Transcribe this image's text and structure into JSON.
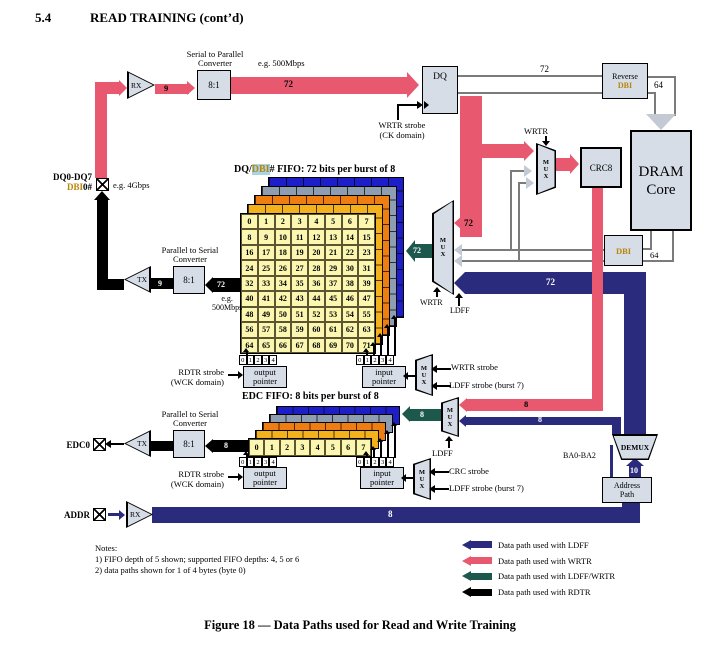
{
  "page": {
    "section": "5.4",
    "title": "READ TRAINING (cont’d)",
    "caption": "Figure 18 — Data Paths used for Read and Write Training"
  },
  "colors": {
    "wrtr_pink": "#E8596F",
    "ldff_navy": "#2B2B7E",
    "ldff_wrtr_teal": "#1D584C",
    "rdtr_black": "#000000",
    "box_fill": "#D6DDE7",
    "gold": "#B8860B",
    "dbi_highlight": "#A9D4E5"
  },
  "labels": {
    "rx": "RX",
    "tx": "TX",
    "ratio": "8:1",
    "dq": "DQ",
    "crc8": "CRC8",
    "mux": "M\nU\nX",
    "demux": "DEMUX",
    "dram1": "DRAM",
    "dram2": "Core",
    "reverse1": "Reverse",
    "dbi": "DBI",
    "s2p1": "Serial to Parallel",
    "s2p2": "Converter",
    "p2s1": "Parallel to Serial",
    "p2s2": "Converter",
    "eg500": "e.g. 500Mbps",
    "eg1": "e.g.",
    "eg2": "500Mbps",
    "eg4g": "e.g. 4Gbps",
    "w72": "72",
    "w64": "64",
    "w9": "9",
    "w8": "8",
    "w10": "10",
    "wrtr": "WRTR",
    "ldff": "LDFF",
    "wrtr_strobe": "WRTR strobe",
    "ck_domain": "(CK domain)",
    "rdtr_strobe": "RDTR strobe",
    "wck_domain": "(WCK domain)",
    "ldff_strobe_b7": "LDFF strobe (burst 7)",
    "crc_strobe": "CRC strobe",
    "dq_pads": "DQ0-DQ7",
    "dbi_pad": "DBI",
    "dbi_pad_suffix": "0#",
    "edc0": "EDC0",
    "addr": "ADDR",
    "ba": "BA0-BA2",
    "output1": "output",
    "output2": "pointer",
    "input1": "input",
    "input2": "pointer",
    "addr_path1": "Address",
    "addr_path2": "Path"
  },
  "dq_fifo": {
    "title_prefix": "DQ/",
    "title_dbi": "DBI",
    "title_suffix": "# FIFO: 72 bits per burst of 8",
    "cols": 8,
    "rows": 9,
    "cells": [
      0,
      1,
      2,
      3,
      4,
      5,
      6,
      7,
      8,
      9,
      10,
      11,
      12,
      13,
      14,
      15,
      16,
      17,
      18,
      19,
      20,
      21,
      22,
      23,
      24,
      25,
      26,
      27,
      28,
      29,
      30,
      31,
      32,
      33,
      34,
      35,
      36,
      37,
      38,
      39,
      40,
      41,
      42,
      43,
      44,
      45,
      46,
      47,
      48,
      49,
      50,
      51,
      52,
      53,
      54,
      55,
      56,
      57,
      58,
      59,
      60,
      61,
      62,
      63,
      64,
      65,
      66,
      67,
      68,
      69,
      70,
      71
    ],
    "layer_colors": [
      "#FBF7B0",
      "#F2B11D",
      "#EE7D12",
      "#8E9DAF",
      "#1E1EC8"
    ]
  },
  "edc_fifo": {
    "title": "EDC FIFO: 8 bits per burst of 8",
    "cells": [
      0,
      1,
      2,
      3,
      4,
      5,
      6,
      7
    ]
  },
  "pointers": {
    "digits": [
      "0",
      "1",
      "2",
      "3",
      "4"
    ]
  },
  "legend": [
    {
      "color": "#2B2B7E",
      "label": "Data path used with LDFF"
    },
    {
      "color": "#E8596F",
      "label": "Data path used with WRTR"
    },
    {
      "color": "#1D584C",
      "label": "Data path used with LDFF/WRTR"
    },
    {
      "color": "#000000",
      "label": "Data path used with RDTR"
    }
  ],
  "notes": {
    "heading": "Notes:",
    "items": [
      "1) FIFO depth of 5 shown; supported FIFO depths: 4, 5 or 6",
      "2) data paths shown for 1 of 4 bytes (byte 0)"
    ]
  }
}
